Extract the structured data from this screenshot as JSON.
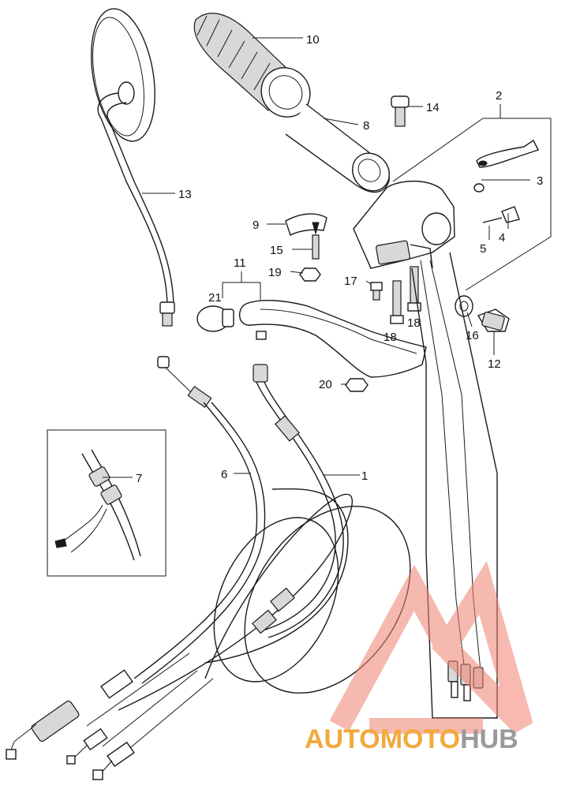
{
  "callouts": [
    {
      "id": "1",
      "text": "1"
    },
    {
      "id": "2",
      "text": "2"
    },
    {
      "id": "3",
      "text": "3"
    },
    {
      "id": "4",
      "text": "4"
    },
    {
      "id": "5",
      "text": "5"
    },
    {
      "id": "6",
      "text": "6"
    },
    {
      "id": "7",
      "text": "7"
    },
    {
      "id": "8",
      "text": "8"
    },
    {
      "id": "9",
      "text": "9"
    },
    {
      "id": "10",
      "text": "10"
    },
    {
      "id": "11",
      "text": "11"
    },
    {
      "id": "12",
      "text": "12"
    },
    {
      "id": "13",
      "text": "13"
    },
    {
      "id": "14",
      "text": "14"
    },
    {
      "id": "15",
      "text": "15"
    },
    {
      "id": "16",
      "text": "16"
    },
    {
      "id": "17",
      "text": "17"
    },
    {
      "id": "18a",
      "text": "18"
    },
    {
      "id": "18b",
      "text": "18"
    },
    {
      "id": "19",
      "text": "19"
    },
    {
      "id": "20",
      "text": "20"
    },
    {
      "id": "21",
      "text": "21"
    }
  ],
  "watermark": {
    "part1": "AUTOMOTO",
    "part2": "HUB",
    "color_primary": "#f2a93b",
    "color_secondary": "#9a9a9a",
    "logo_color": "#f08070"
  }
}
